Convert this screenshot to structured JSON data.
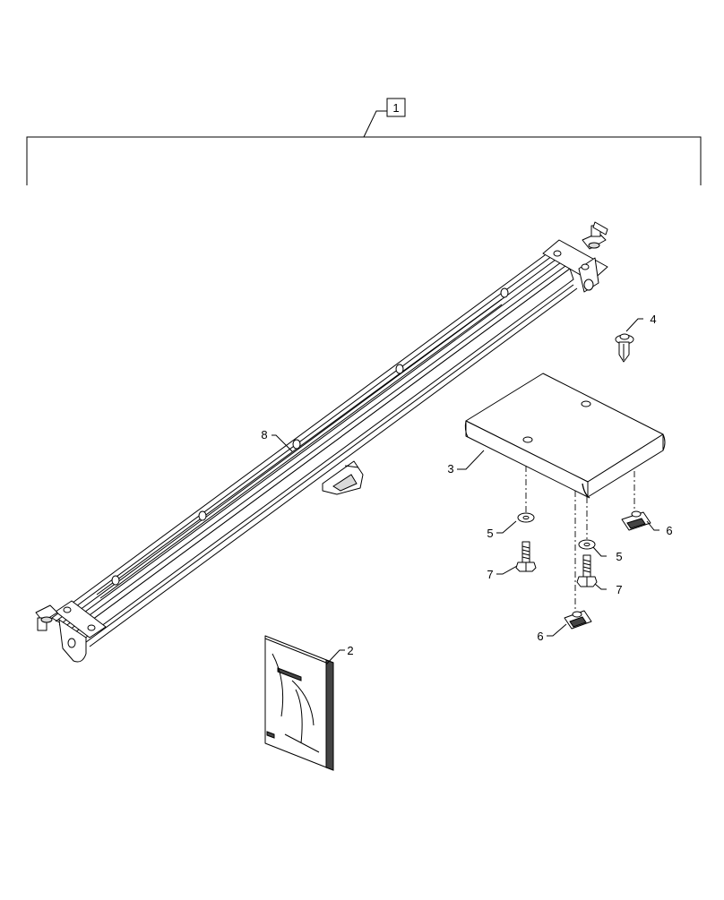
{
  "diagram": {
    "callouts": {
      "assembly": "1",
      "manual": "2",
      "cover": "3",
      "push_rivet": "4",
      "washer_left": "5",
      "washer_right": "5",
      "clip_right": "6",
      "clip_bottom": "6",
      "bolt_left": "7",
      "bolt_right": "7",
      "rail": "8"
    }
  }
}
